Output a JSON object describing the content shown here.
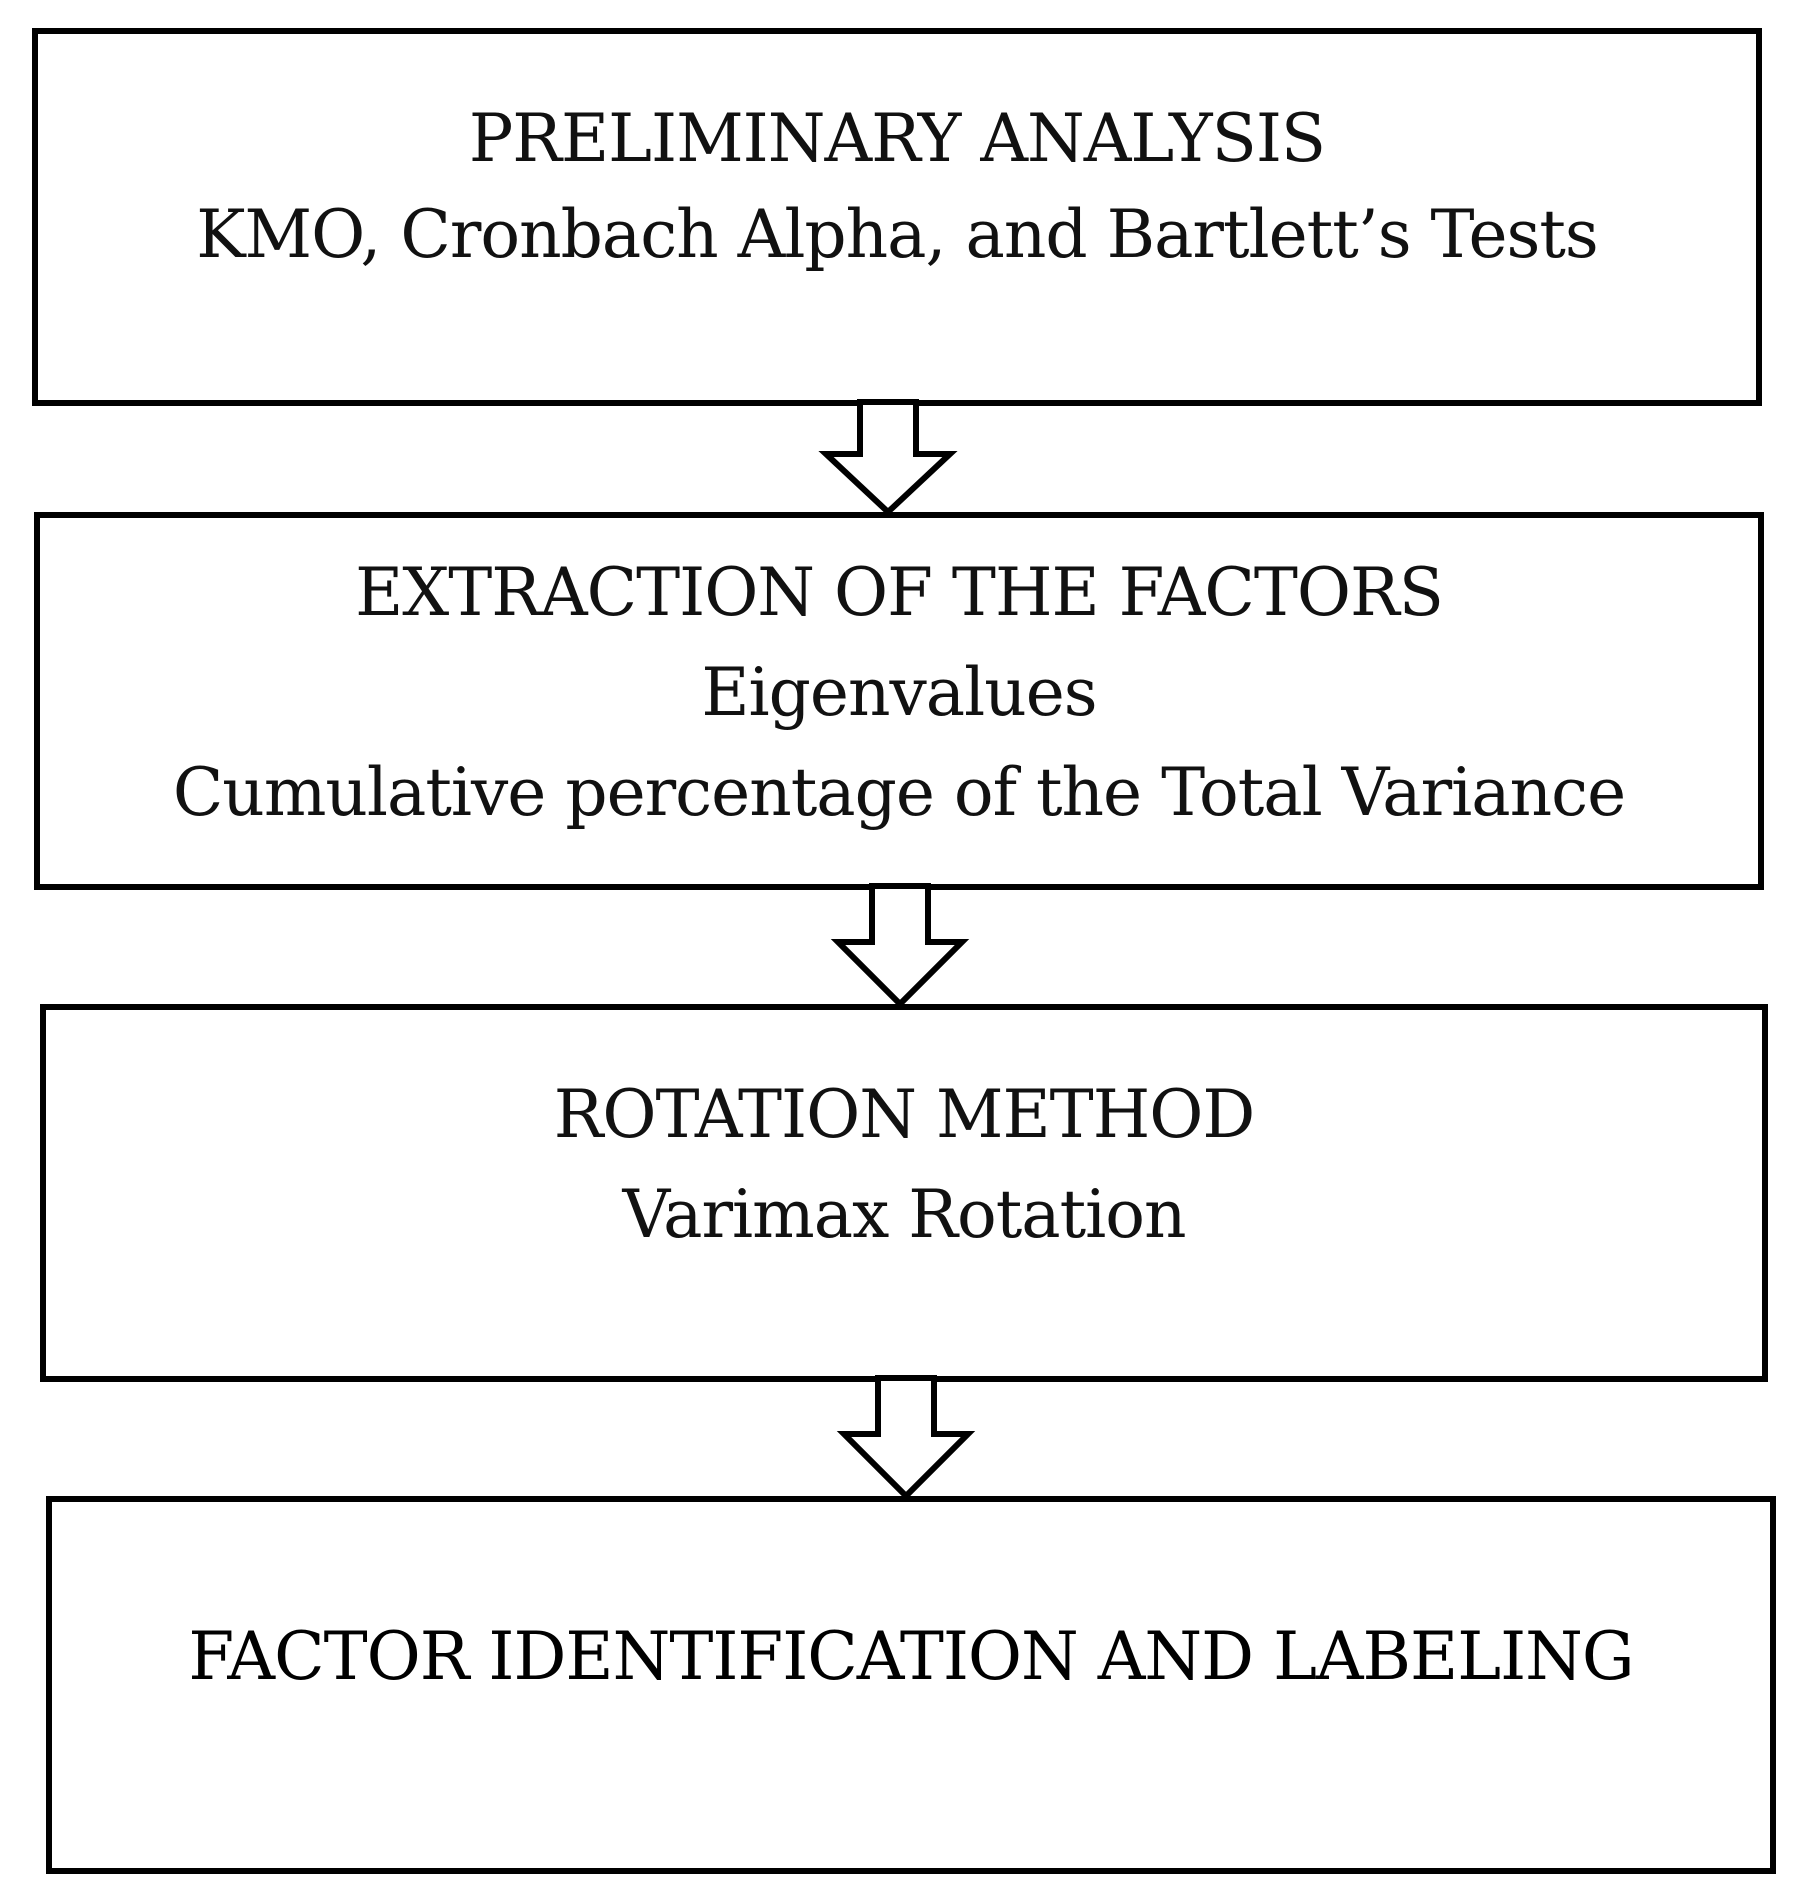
{
  "steps": [
    {
      "heading": "PRELIMINARY ANALYSIS",
      "lines": [
        "KMO, Cronbach Alpha, and Bartlett’s Tests"
      ]
    },
    {
      "heading": "EXTRACTION OF THE FACTORS",
      "lines": [
        "Eigenvalues",
        "Cumulative percentage of the Total Variance"
      ]
    },
    {
      "heading": "ROTATION METHOD",
      "lines": [
        "Varimax Rotation"
      ]
    },
    {
      "heading": "FACTOR IDENTIFICATION AND LABELING",
      "lines": []
    }
  ],
  "connector_icon": "hollow-down-arrow-icon"
}
